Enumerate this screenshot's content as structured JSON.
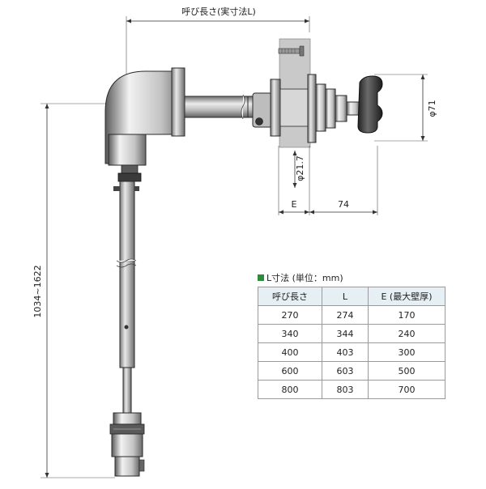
{
  "labels": {
    "nominal_length_dim": "呼び長さ(実寸法L)",
    "height_dim": "1034~1622",
    "diameter_71": "φ71",
    "diameter_21_7": "φ21.7",
    "dim_e": "E",
    "dim_74": "74"
  },
  "table": {
    "title": "L寸法 (単位：mm)",
    "headers": [
      "呼び長さ",
      "L",
      "E (最大壁厚)"
    ],
    "rows": [
      [
        "270",
        "274",
        "170"
      ],
      [
        "340",
        "344",
        "240"
      ],
      [
        "400",
        "403",
        "300"
      ],
      [
        "600",
        "603",
        "500"
      ],
      [
        "800",
        "803",
        "700"
      ]
    ]
  },
  "colors": {
    "wall": "#c9c9c9",
    "metal_dark": "#4a4a4a",
    "metal_mid": "#9a9a9a",
    "metal_light": "#dcdcdc",
    "header_bg": "#e6eff3",
    "title_square": "#2f8a3a"
  }
}
